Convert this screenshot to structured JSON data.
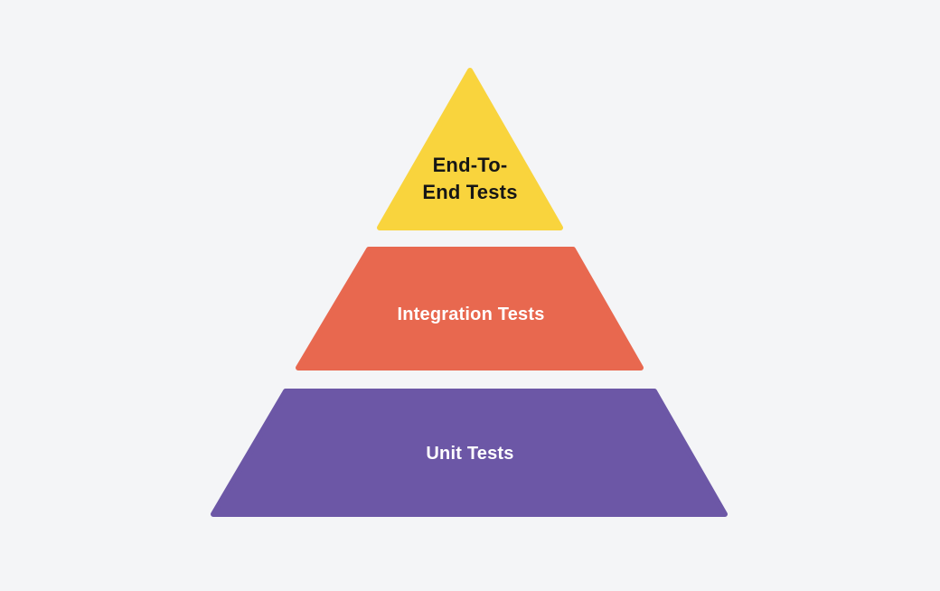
{
  "background_color": "#F4F5F7",
  "pyramid": {
    "levels": [
      {
        "id": "end-to-end-tests",
        "shape": "triangle",
        "position": "top",
        "label": "End-To-End Tests",
        "label_line1": "End-To-",
        "label_line2": "End Tests",
        "fill": "#F9D43D",
        "text_color": "#161616"
      },
      {
        "id": "integration-tests",
        "shape": "trapezoid",
        "position": "middle",
        "label": "Integration Tests",
        "fill": "#E8684F",
        "text_color": "#FFFFFF"
      },
      {
        "id": "unit-tests",
        "shape": "trapezoid",
        "position": "bottom",
        "label": "Unit Tests",
        "fill": "#6C57A6",
        "text_color": "#FFFFFF"
      }
    ]
  }
}
